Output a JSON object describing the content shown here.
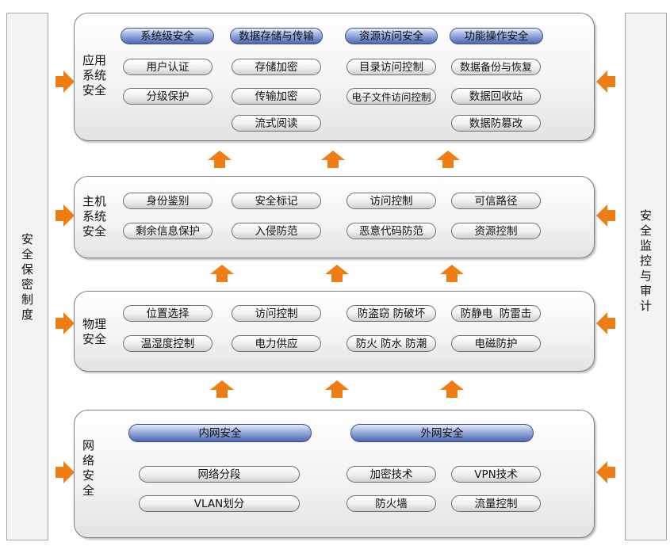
{
  "left_bar": {
    "label": "安\n全\n保\n密\n制\n度"
  },
  "right_bar": {
    "label": "安\n全\n监\n控\n与\n审\n计"
  },
  "layers": {
    "app": {
      "label": "应用\n系统\n安全",
      "headers": [
        "系统级安全",
        "数据存储与传输",
        "资源访问安全",
        "功能操作安全"
      ],
      "items": [
        [
          "用户认证",
          "分级保护"
        ],
        [
          "存储加密",
          "传输加密",
          "流式阅读"
        ],
        [
          "目录访问控制",
          "电子文件访问控制"
        ],
        [
          "数据备份与恢复",
          "数据回收站",
          "数据防篡改"
        ]
      ]
    },
    "host": {
      "label": "主机\n系统\n安全",
      "items": [
        [
          "身份鉴别",
          "剩余信息保护"
        ],
        [
          "安全标记",
          "入侵防范"
        ],
        [
          "访问控制",
          "恶意代码防范"
        ],
        [
          "可信路径",
          "资源控制"
        ]
      ]
    },
    "physical": {
      "label": "物理\n安全",
      "items": [
        [
          "位置选择",
          "温湿度控制"
        ],
        [
          "访问控制",
          "电力供应"
        ],
        [
          "防盗窃 防破坏",
          "防火 防水 防潮"
        ],
        [
          "防静电  防雷击",
          "电磁防护"
        ]
      ]
    },
    "network": {
      "label": "网\n络\n安\n全",
      "headers": [
        "内网安全",
        "外网安全"
      ],
      "inner": [
        "网络分段",
        "VLAN划分"
      ],
      "outer": [
        "加密技术",
        "VPN技术",
        "防火墙",
        "流量控制"
      ]
    }
  },
  "colors": {
    "arrow": "#f07c14",
    "header_pill": "#4d68b3"
  }
}
